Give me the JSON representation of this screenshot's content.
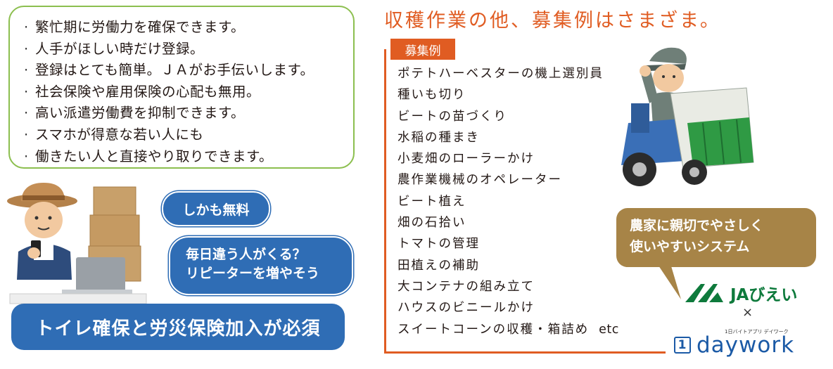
{
  "benefits": {
    "bullet": "·",
    "items": [
      "繁忙期に労働力を確保できます。",
      "人手がほしい時だけ登録。",
      "登録はとても簡単。ＪＡがお手伝いします。",
      "社会保険や雇用保険の心配も無用。",
      "高い派遣労働費を抑制できます。",
      "スマホが得意な若い人にも",
      "働きたい人と直接やり取りできます。"
    ]
  },
  "farmer_scene": {
    "bubble_free": "しかも無料",
    "bubble_repeat_line1": "毎日違う人がくる？",
    "bubble_repeat_line2": "リピーターを増やそう",
    "banner": "トイレ確保と労災保険加入が必須"
  },
  "recruit": {
    "headline": "収穫作業の他、募集例はさまざま。",
    "tag": "募集例",
    "items": [
      "ポテトハーベスターの機上選別員",
      "種いも切り",
      "ビートの苗づくり",
      "水稲の種まき",
      "小麦畑のローラーかけ",
      "農作業機械のオペレーター",
      "ビート植え",
      "畑の石拾い",
      "トマトの管理",
      "田植えの補助",
      "大コンテナの組み立て",
      "ハウスのビニールかけ"
    ],
    "last_item": "スイートコーンの収穫・箱詰め",
    "etc": "etc"
  },
  "promo": {
    "line1": "農家に親切でやさしく",
    "line2": "使いやすいシステム",
    "ja_logo_text": "JAびえい",
    "cross": "×",
    "daywork_sub": "1日バイトアプリ デイワーク",
    "daywork_box": "1",
    "daywork_text": "daywork"
  },
  "colors": {
    "benefit_border": "#8cbf4f",
    "bubble_blue": "#2f6db5",
    "accent_orange": "#e05c22",
    "promo_brown": "#a78447",
    "ja_green": "#0e7a3c",
    "daywork_blue": "#1b5aa6"
  }
}
